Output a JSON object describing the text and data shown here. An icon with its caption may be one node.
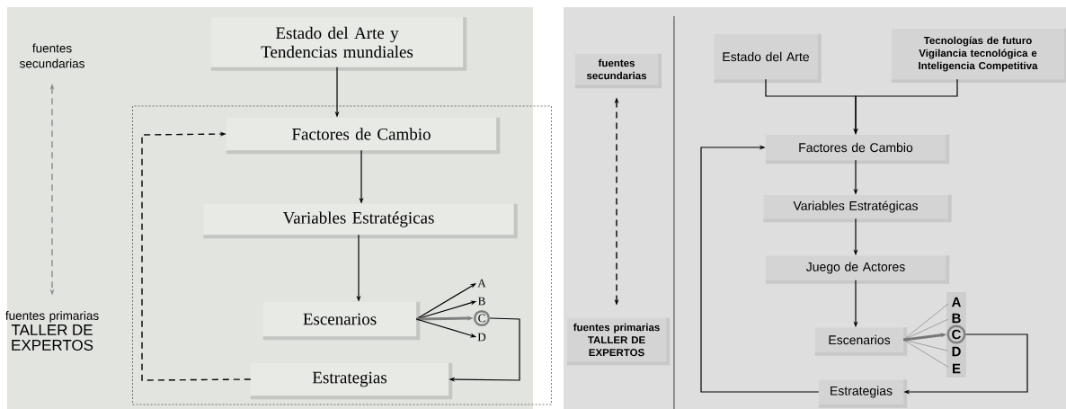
{
  "diagram": {
    "nodes": [
      {
        "text": [
          "Estado del Arte y Tendencias mundiales"
        ]
      },
      {
        "text": [],
        "shape": "box"
      },
      {
        "text": [
          "Factores de Cambio"
        ],
        "in": 1
      },
      {
        "text": [
          "Variables Estratégicas"
        ],
        "in": 1
      },
      {
        "text": [
          "Escenarios"
        ],
        "in": 1
      },
      {
        "text": [
          "A"
        ],
        "in": 1
      },
      {
        "text": [
          "B"
        ],
        "in": 1
      },
      {
        "text": [
          "C"
        ],
        "in": 1
      },
      {
        "text": [
          "D"
        ],
        "in": 1
      },
      {
        "text": [
          "Estrategias"
        ],
        "in": 1
      },
      {
        "text": [
          "fuentes secundarias"
        ]
      },
      {
        "text": [
          "fuentes primarias",
          "TALLER DE EXPERTOS"
        ]
      },
      {
        "text": [
          "fuentes secundarias"
        ]
      },
      {
        "text": [
          "fuentes primarias",
          "TALLER DE EXPERTOS"
        ]
      },
      {
        "text": [
          "Estado del Arte"
        ]
      },
      {
        "text": [
          "Tecnologías de futuro",
          "Vigilancia tecnológica e Inteligencia Competitiva"
        ]
      },
      {
        "text": [
          "Factores de Cambio"
        ]
      },
      {
        "text": [
          "Variables Estratégicas"
        ]
      },
      {
        "text": [
          "Juego de Actores"
        ]
      },
      {
        "text": [
          "Escenarios"
        ]
      },
      {
        "text": [
          "A"
        ]
      },
      {
        "text": [
          "B"
        ]
      },
      {
        "text": [
          "C"
        ]
      },
      {
        "text": [
          "D"
        ]
      },
      {
        "text": [
          "E"
        ]
      },
      {
        "text": [
          "Estrategias"
        ]
      }
    ],
    "edges": [
      {
        "from": 0,
        "to": 2,
        "arrow": "to"
      },
      {
        "from": 2,
        "to": 3,
        "arrow": "to"
      },
      {
        "from": 3,
        "to": 4,
        "arrow": "to"
      },
      {
        "from": 4,
        "to": 5,
        "arrow": "to"
      },
      {
        "from": 4,
        "to": 6,
        "arrow": "to"
      },
      {
        "from": 4,
        "to": 7,
        "arrow": "to",
        "style": "thick",
        "color": "#808080"
      },
      {
        "from": 4,
        "to": 8,
        "arrow": "to"
      },
      {
        "from": 7,
        "to": 9,
        "arrow": "to"
      },
      {
        "from": 9,
        "to": 2,
        "arrow": "to",
        "style": "dashed"
      },
      {
        "from": 10,
        "to": 11,
        "arrow": "both",
        "style": "dashed",
        "color": "#8a8a8a"
      },
      {
        "from": 12,
        "to": 13,
        "arrow": "both",
        "style": "dashed"
      },
      {
        "from": 14,
        "to": 16,
        "arrow": "to"
      },
      {
        "from": 15,
        "to": 16,
        "arrow": "to"
      },
      {
        "from": 16,
        "to": 17,
        "arrow": "to"
      },
      {
        "from": 17,
        "to": 18,
        "arrow": "to"
      },
      {
        "from": 18,
        "to": 19,
        "arrow": "to"
      },
      {
        "from": 19,
        "to": 20,
        "arrow": "none",
        "color": "#777777"
      },
      {
        "from": 19,
        "to": 21,
        "arrow": "none",
        "color": "#777777"
      },
      {
        "from": 19,
        "to": 22,
        "arrow": "to",
        "style": "thick",
        "color": "#777777"
      },
      {
        "from": 19,
        "to": 23,
        "arrow": "none",
        "color": "#777777"
      },
      {
        "from": 19,
        "to": 24,
        "arrow": "none",
        "color": "#777777"
      },
      {
        "from": 22,
        "to": 25,
        "arrow": "to"
      },
      {
        "from": 25,
        "to": 16,
        "arrow": "to"
      }
    ]
  }
}
